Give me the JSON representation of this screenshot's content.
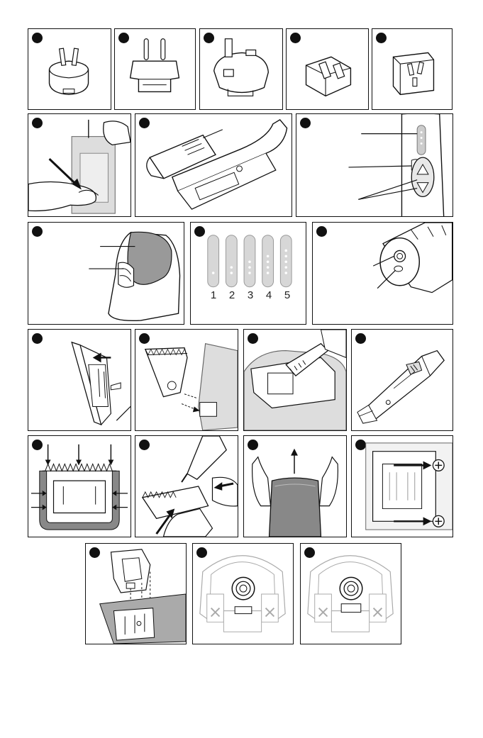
{
  "battery_levels": {
    "labels": [
      "1",
      "2",
      "3",
      "4",
      "5"
    ]
  }
}
